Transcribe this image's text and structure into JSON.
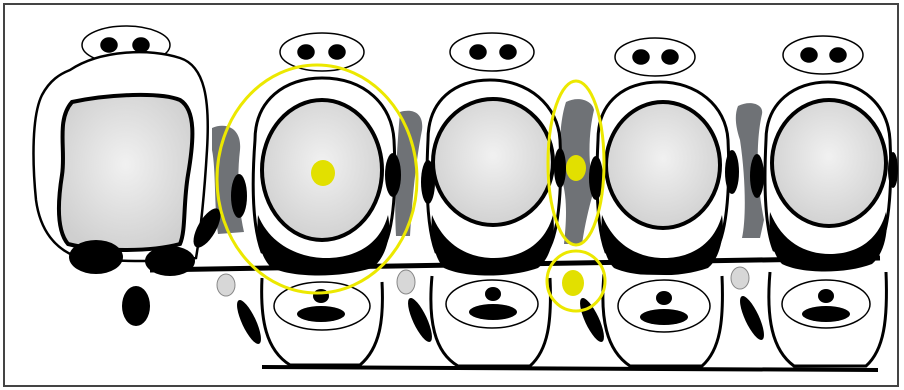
{
  "diagram": {
    "colors": {
      "background": "#ffffff",
      "frame": "#444444",
      "outline": "#000000",
      "cell_fill": "#ffffff",
      "nucleus_fill": "#e4e4e4",
      "nucleus_fill_dark": "#c8c8c8",
      "pillar": "#6f7276",
      "dark": "#000000",
      "highlight": "#ece800",
      "highlight_dot": "#e2e000",
      "small_oval": "#d7d7d7"
    },
    "labels": {},
    "units": {
      "left_cell": "left-end-cell",
      "cells": [
        "cell-1",
        "cell-2",
        "cell-3",
        "cell-4"
      ],
      "lower_cells": [
        "lower-cell-1",
        "lower-cell-2",
        "lower-cell-3",
        "lower-cell-4"
      ]
    },
    "highlights": [
      "large-circle",
      "vertical-ellipse",
      "small-circle"
    ]
  }
}
